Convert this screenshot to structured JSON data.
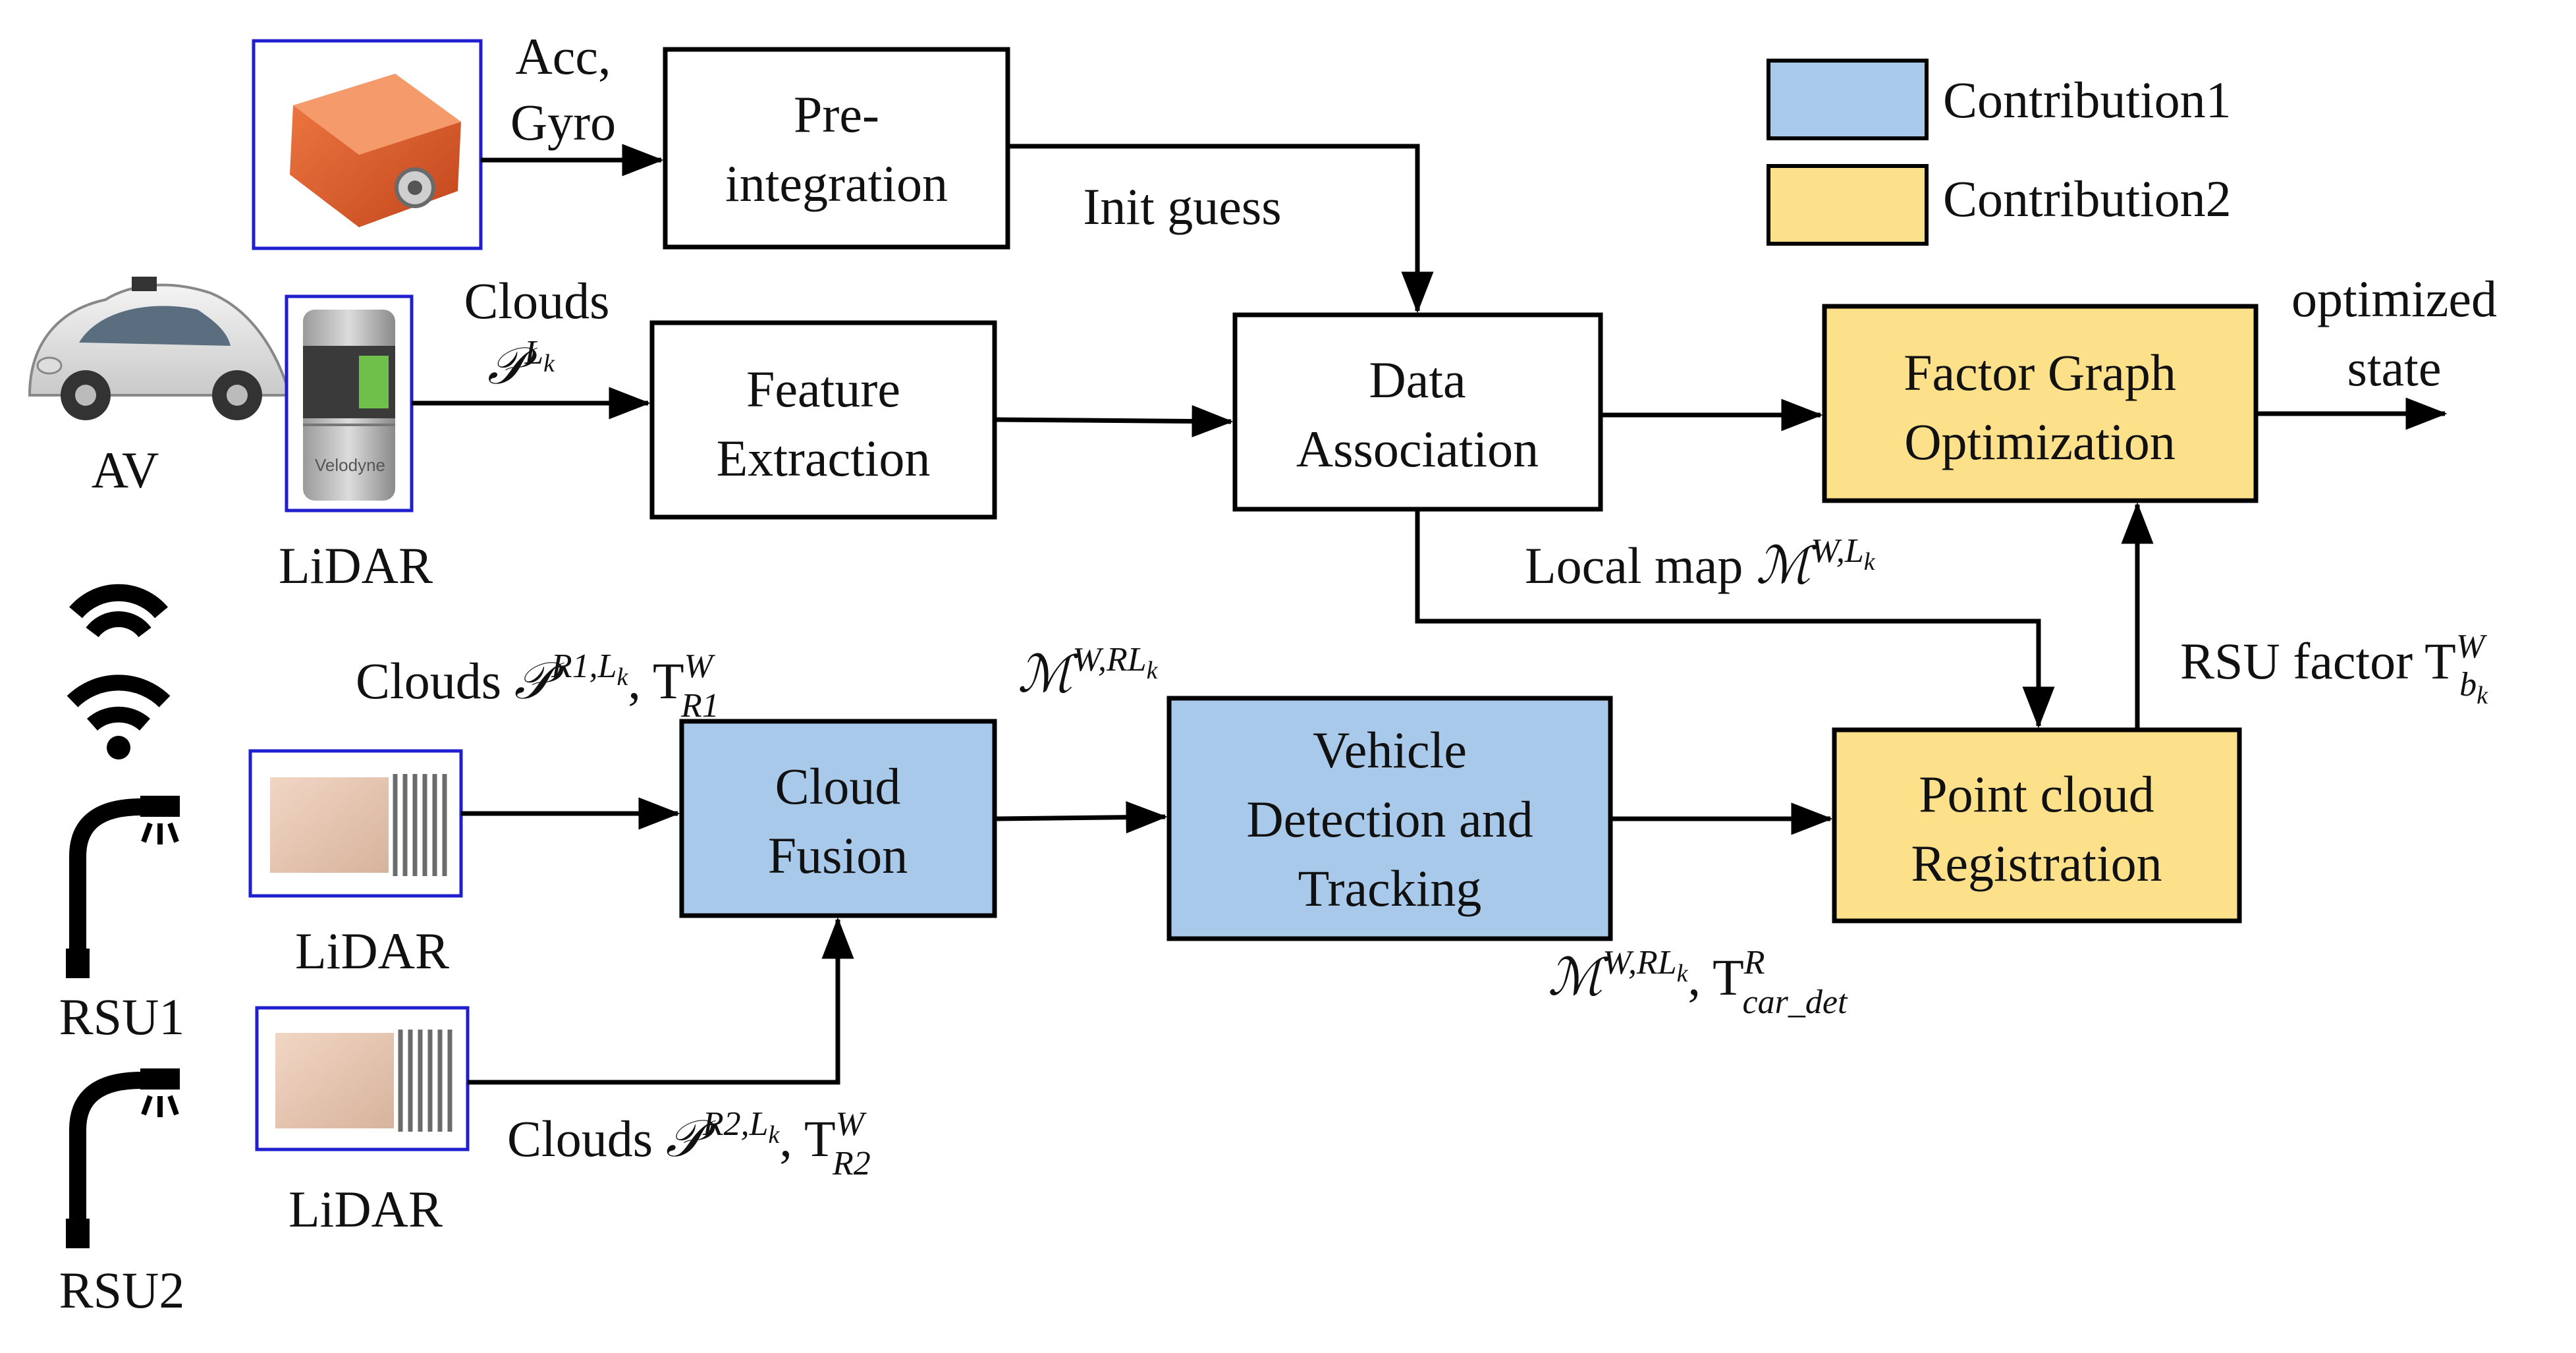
{
  "legend": {
    "items": [
      {
        "label": "Contribution1",
        "color": "#a9c9ea"
      },
      {
        "label": "Contribution2",
        "color": "#fde08a"
      }
    ]
  },
  "colors": {
    "contribution1": "#a9c9ea",
    "contribution2": "#fde08a",
    "stroke": "#000000",
    "device_frame": "#1f1fcf"
  },
  "nodes": {
    "preintegration": {
      "line1": "Pre-",
      "line2": "integration"
    },
    "feature_extraction": {
      "line1": "Feature",
      "line2": "Extraction"
    },
    "data_association": {
      "line1": "Data",
      "line2": "Association"
    },
    "factor_graph": {
      "line1": "Factor Graph",
      "line2": "Optimization"
    },
    "cloud_fusion": {
      "line1": "Cloud",
      "line2": "Fusion"
    },
    "vehicle_detection": {
      "line1": "Vehicle",
      "line2": "Detection and",
      "line3": "Tracking"
    },
    "point_cloud_registration": {
      "line1": "Point cloud",
      "line2": "Registration"
    }
  },
  "devices": {
    "imu": {
      "icon": "imu-sensor-icon"
    },
    "lidar_av": {
      "icon": "velodyne-lidar-icon",
      "label": "LiDAR",
      "brand_text": "Velodyne"
    },
    "lidar_rsu1": {
      "icon": "solid-state-lidar-icon",
      "label": "LiDAR"
    },
    "lidar_rsu2": {
      "icon": "solid-state-lidar-icon",
      "label": "LiDAR"
    },
    "av": {
      "icon": "autonomous-car-icon",
      "label": "AV"
    },
    "rsu1": {
      "icon": "street-lamp-icon",
      "label": "RSU1"
    },
    "rsu2": {
      "icon": "street-lamp-icon",
      "label": "RSU2"
    },
    "wireless": {
      "icon": "wireless-signal-icon"
    }
  },
  "edges": {
    "imu_out": {
      "line1": "Acc,",
      "line2": "Gyro"
    },
    "init_guess": "Init guess",
    "clouds_av": {
      "line1": "Clouds",
      "base": "𝒫",
      "sup": "L",
      "sup_sub": "k"
    },
    "local_map": {
      "text": "Local map ",
      "base": "ℳ",
      "sup": "W,L",
      "sup_sub": "k"
    },
    "optimized": {
      "line1": "optimized",
      "line2": "state"
    },
    "rsu_factor": {
      "text": "RSU factor T",
      "sup": "W",
      "sub": "b",
      "sub_sub": "k"
    },
    "clouds_r1": {
      "text": "Clouds ",
      "base": "𝒫",
      "sup": "R1,L",
      "sup_sub": "k",
      "t": ", T",
      "t_sup": "W",
      "t_sub": "R1"
    },
    "map_rl": {
      "base": "ℳ",
      "sup": "W,RL",
      "sup_sub": "k"
    },
    "map_det": {
      "base": "ℳ",
      "sup": "W,RL",
      "sup_sub": "k",
      "t": ", T",
      "t_sup": "R",
      "t_sub": "car_det"
    },
    "clouds_r2": {
      "text": "Clouds ",
      "base": "𝒫",
      "sup": "R2,L",
      "sup_sub": "k",
      "t": ", T",
      "t_sup": "W",
      "t_sub": "R2"
    }
  }
}
